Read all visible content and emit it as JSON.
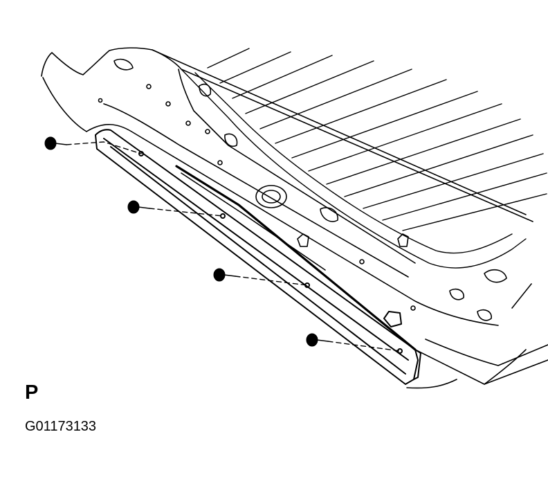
{
  "diagram": {
    "view_label": "P",
    "figure_code": "G01173133",
    "line_color": "#000000",
    "background_color": "#ffffff",
    "parts": [
      "roof-panel",
      "roof-side-rail",
      "rail-molding-strip",
      "screw"
    ],
    "screw_count": 4
  }
}
